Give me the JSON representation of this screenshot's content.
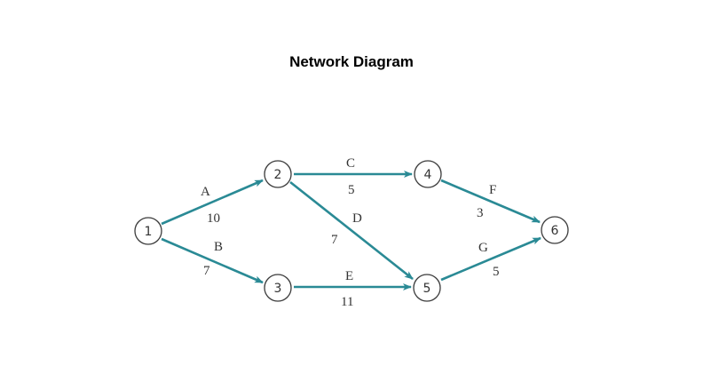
{
  "title": "Network Diagram",
  "colors": {
    "edge": "#2a8a95",
    "node_stroke": "#3a3a3a",
    "text": "#333333",
    "background": "#ffffff"
  },
  "nodes": [
    {
      "id": "1",
      "label": "1"
    },
    {
      "id": "2",
      "label": "2"
    },
    {
      "id": "3",
      "label": "3"
    },
    {
      "id": "4",
      "label": "4"
    },
    {
      "id": "5",
      "label": "5"
    },
    {
      "id": "6",
      "label": "6"
    }
  ],
  "edges": [
    {
      "activity": "A",
      "duration": "10",
      "from": "1",
      "to": "2"
    },
    {
      "activity": "B",
      "duration": "7",
      "from": "1",
      "to": "3"
    },
    {
      "activity": "C",
      "duration": "5",
      "from": "2",
      "to": "4"
    },
    {
      "activity": "D",
      "duration": "7",
      "from": "2",
      "to": "5"
    },
    {
      "activity": "E",
      "duration": "11",
      "from": "3",
      "to": "5"
    },
    {
      "activity": "F",
      "duration": "3",
      "from": "4",
      "to": "6"
    },
    {
      "activity": "G",
      "duration": "5",
      "from": "5",
      "to": "6"
    }
  ]
}
